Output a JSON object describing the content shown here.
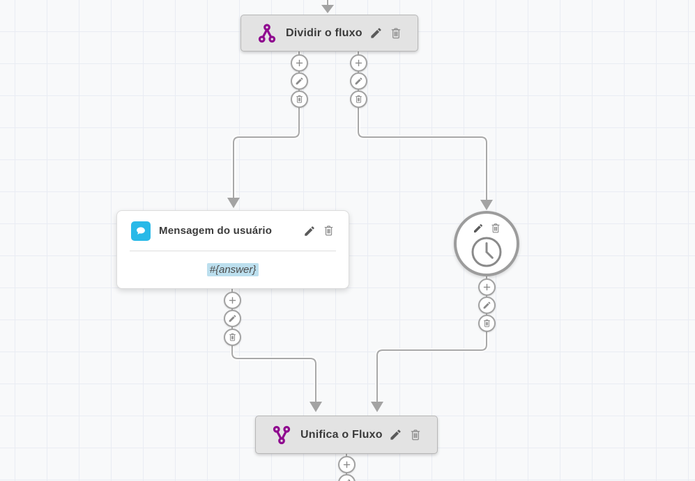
{
  "nodes": {
    "split": {
      "title": "Dividir o fluxo"
    },
    "user_message": {
      "title": "Mensagem do usuário",
      "body": "#{answer}"
    },
    "timer": {},
    "merge": {
      "title": "Unifica o Fluxo"
    }
  },
  "icons": {
    "split": "split-flow-icon",
    "merge": "merge-flow-icon",
    "chat": "chat-bubble-icon",
    "clock": "clock-icon",
    "edit": "pencil-icon",
    "delete": "trash-icon",
    "add": "plus-icon"
  },
  "colors": {
    "node_accent_purple": "#8f0a8f",
    "message_icon_blue": "#29b9e8",
    "variable_highlight_blue": "#bcdfee",
    "connector_gray": "#a8a8a8",
    "grid_line": "#e9ecf3",
    "canvas_background": "#f8f9fa"
  }
}
